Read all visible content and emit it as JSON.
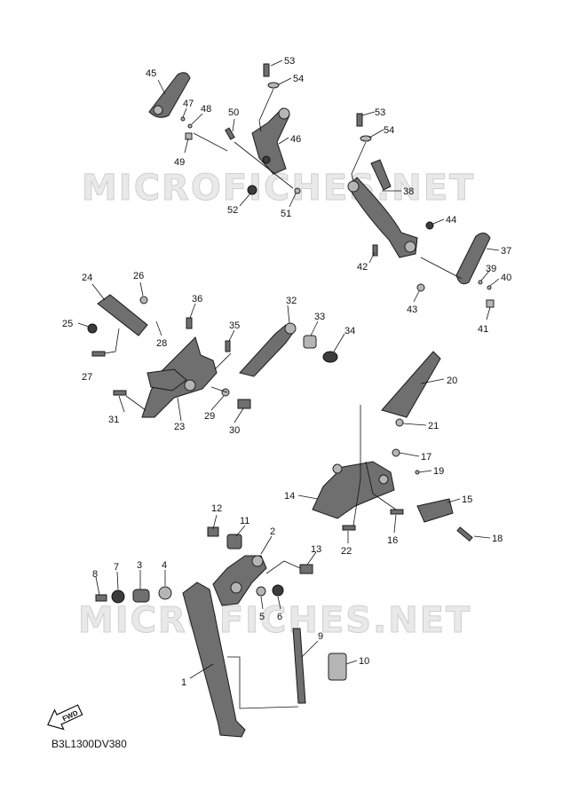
{
  "watermark": "MICROFICHES.NET",
  "diagram_code": "B3L1300DV380",
  "fwd_label": "FWD",
  "callouts": [
    {
      "id": "c45",
      "text": "45"
    },
    {
      "id": "c47",
      "text": "47"
    },
    {
      "id": "c48",
      "text": "48"
    },
    {
      "id": "c49",
      "text": "49"
    },
    {
      "id": "c53a",
      "text": "53"
    },
    {
      "id": "c54a",
      "text": "54"
    },
    {
      "id": "c50",
      "text": "50"
    },
    {
      "id": "c46",
      "text": "46"
    },
    {
      "id": "c52",
      "text": "52"
    },
    {
      "id": "c51",
      "text": "51"
    },
    {
      "id": "c53b",
      "text": "53"
    },
    {
      "id": "c54b",
      "text": "54"
    },
    {
      "id": "c38",
      "text": "38"
    },
    {
      "id": "c44",
      "text": "44"
    },
    {
      "id": "c42",
      "text": "42"
    },
    {
      "id": "c37",
      "text": "37"
    },
    {
      "id": "c39",
      "text": "39"
    },
    {
      "id": "c40",
      "text": "40"
    },
    {
      "id": "c43",
      "text": "43"
    },
    {
      "id": "c41",
      "text": "41"
    },
    {
      "id": "c24",
      "text": "24"
    },
    {
      "id": "c26",
      "text": "26"
    },
    {
      "id": "c25",
      "text": "25"
    },
    {
      "id": "c28",
      "text": "28"
    },
    {
      "id": "c27",
      "text": "27"
    },
    {
      "id": "c36",
      "text": "36"
    },
    {
      "id": "c32",
      "text": "32"
    },
    {
      "id": "c35",
      "text": "35"
    },
    {
      "id": "c33",
      "text": "33"
    },
    {
      "id": "c34",
      "text": "34"
    },
    {
      "id": "c31",
      "text": "31"
    },
    {
      "id": "c23",
      "text": "23"
    },
    {
      "id": "c29",
      "text": "29"
    },
    {
      "id": "c30",
      "text": "30"
    },
    {
      "id": "c20",
      "text": "20"
    },
    {
      "id": "c21",
      "text": "21"
    },
    {
      "id": "c17",
      "text": "17"
    },
    {
      "id": "c19",
      "text": "19"
    },
    {
      "id": "c14",
      "text": "14"
    },
    {
      "id": "c15",
      "text": "15"
    },
    {
      "id": "c18",
      "text": "18"
    },
    {
      "id": "c22",
      "text": "22"
    },
    {
      "id": "c16",
      "text": "16"
    },
    {
      "id": "c12",
      "text": "12"
    },
    {
      "id": "c11",
      "text": "11"
    },
    {
      "id": "c2",
      "text": "2"
    },
    {
      "id": "c13",
      "text": "13"
    },
    {
      "id": "c8",
      "text": "8"
    },
    {
      "id": "c7",
      "text": "7"
    },
    {
      "id": "c3",
      "text": "3"
    },
    {
      "id": "c4",
      "text": "4"
    },
    {
      "id": "c5",
      "text": "5"
    },
    {
      "id": "c6",
      "text": "6"
    },
    {
      "id": "c9",
      "text": "9"
    },
    {
      "id": "c10",
      "text": "10"
    },
    {
      "id": "c1",
      "text": "1"
    }
  ]
}
